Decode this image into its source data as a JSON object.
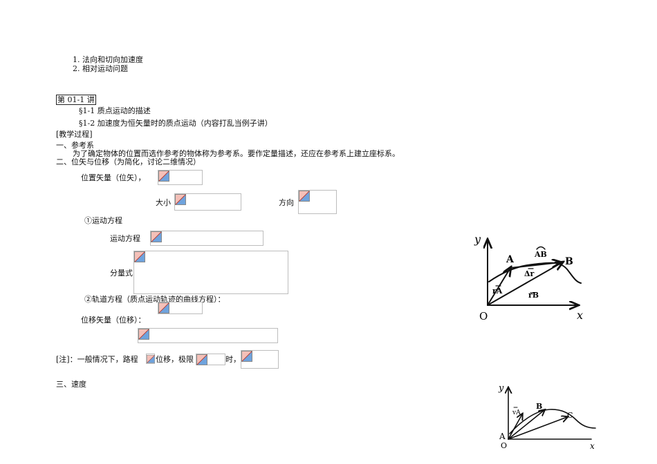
{
  "outline": {
    "item1": "1. 法向和切向加速度",
    "item2": "2. 相对运动问题"
  },
  "lecture": {
    "tag": "第 01-1 讲",
    "section1": "§1-1 质点运动的描述",
    "section2": "§1-2 加速度为恒矢量时的质点运动（内容打乱当例子讲）"
  },
  "process": {
    "header": "[教学过程]",
    "h1": "一、参考系",
    "p1": "为了确定物体的位置而选作参考的物体称为参考系。要作定量描述，还应在参考系上建立座标系。",
    "h2": "二、位矢与位移（为简化，讨论二维情况）",
    "pos_vector": "位置矢量（位矢），",
    "magnitude": "大小",
    "direction": "方向",
    "eq_motion_head": "①运动方程",
    "eq_motion": "运动方程",
    "component": "分量式",
    "trajectory": "②轨道方程（质点运动轨迹的曲线方程）：",
    "displacement": "位移矢量（位移）：",
    "note_a": "[注]：一般情况下，路程",
    "note_b": "位移，极限",
    "note_c": "时，",
    "h3": "三、速度"
  },
  "figure1": {
    "y": "y",
    "x": "x",
    "o": "O",
    "a": "A",
    "b": "B",
    "arc": "AB",
    "ra": "rA",
    "rb": "rB",
    "dr": "Δr"
  },
  "figure2": {
    "y": "y",
    "x": "x",
    "a": "A",
    "o": "O",
    "b": "B",
    "c": "C",
    "va": "vA"
  },
  "icon": "broken-image-icon"
}
